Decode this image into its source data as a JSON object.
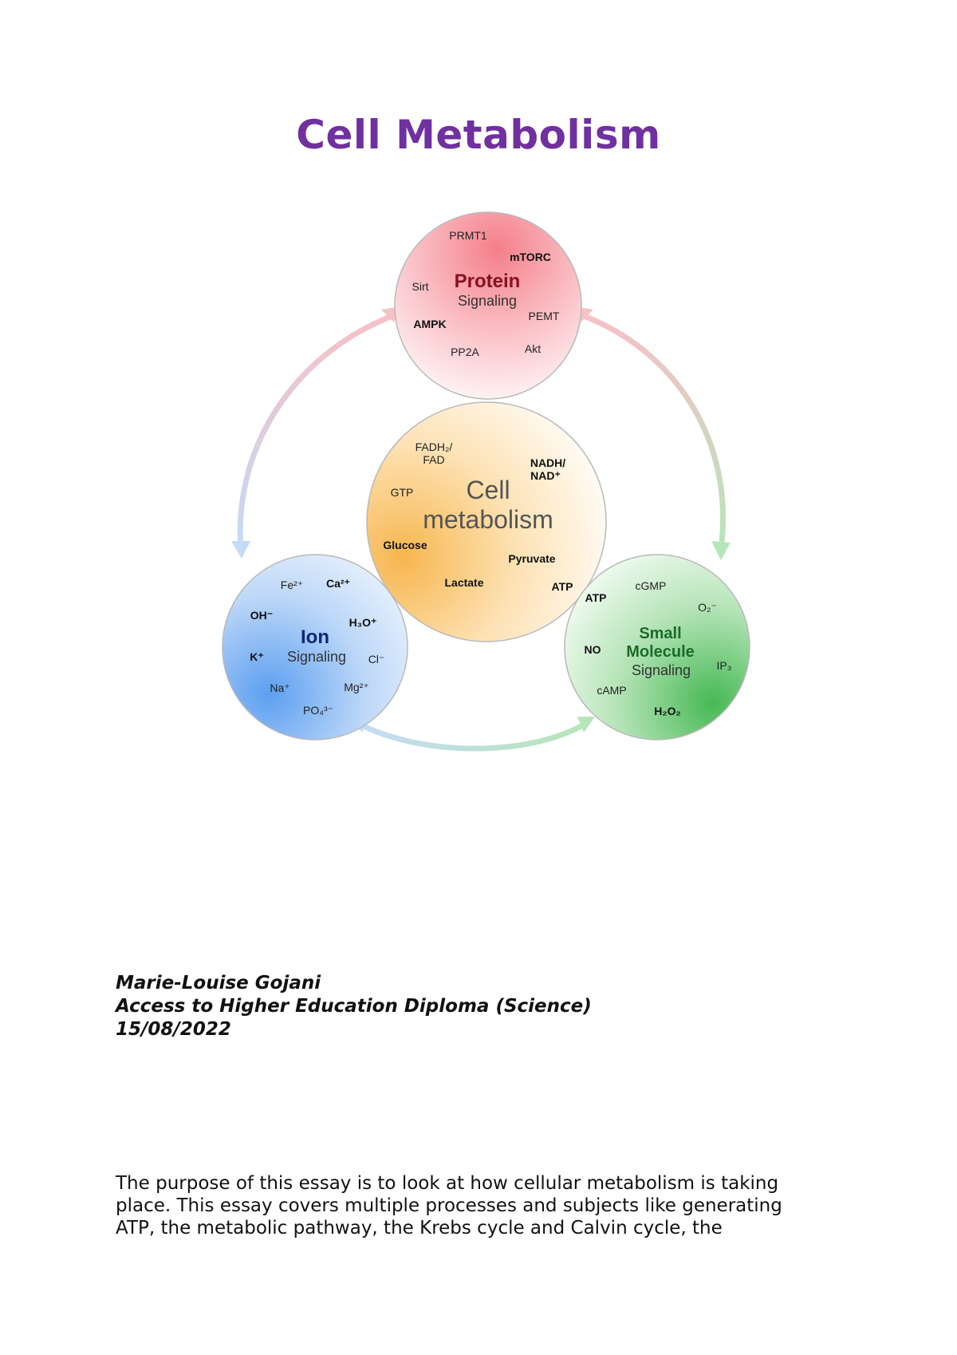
{
  "document": {
    "title": "Cell Metabolism",
    "author": "Marie-Louise Gojani",
    "course": "Access to Higher Education Diploma (Science)",
    "date": "15/08/2022",
    "intro_lines": [
      "The purpose of this essay is to look at how cellular metabolism is taking",
      "place. This essay covers multiple processes and subjects like generating",
      "ATP, the metabolic pathway, the Krebs cycle and Calvin cycle, the"
    ]
  },
  "diagram": {
    "protein": {
      "title": "Protein",
      "subtitle": "Signaling",
      "items": [
        "PRMT1",
        "mTORC",
        "Sirt",
        "PEMT",
        "AMPK",
        "PP2A",
        "Akt"
      ],
      "color": "#f07a85"
    },
    "center": {
      "title_line1": "Cell",
      "title_line2": "metabolism",
      "items": {
        "fadh_line1": "FADH₂/",
        "fadh_line2": "FAD",
        "nadh_line1": "NADH/",
        "nadh_line2": "NAD⁺",
        "gtp": "GTP",
        "glucose": "Glucose",
        "pyruvate": "Pyruvate",
        "lactate": "Lactate",
        "atp": "ATP"
      },
      "color": "#f8c066"
    },
    "ion": {
      "title": "Ion",
      "subtitle": "Signaling",
      "items": {
        "fe": "Fe²⁺",
        "ca": "Ca²⁺",
        "oh": "OH⁻",
        "h3o": "H₃O⁺",
        "k": "K⁺",
        "cl": "Cl⁻",
        "na": "Na⁺",
        "mg": "Mg²⁺",
        "po4": "PO₄³⁻"
      },
      "color": "#6aa8f0"
    },
    "small": {
      "title_line1": "Small",
      "title_line2": "Molecule",
      "subtitle": "Signaling",
      "items": {
        "atp": "ATP",
        "cgmp": "cGMP",
        "o2": "O₂⁻",
        "no": "NO",
        "ip3": "IP₃",
        "camp": "cAMP",
        "h2o2": "H₂O₂"
      },
      "color": "#5fc56a"
    }
  }
}
